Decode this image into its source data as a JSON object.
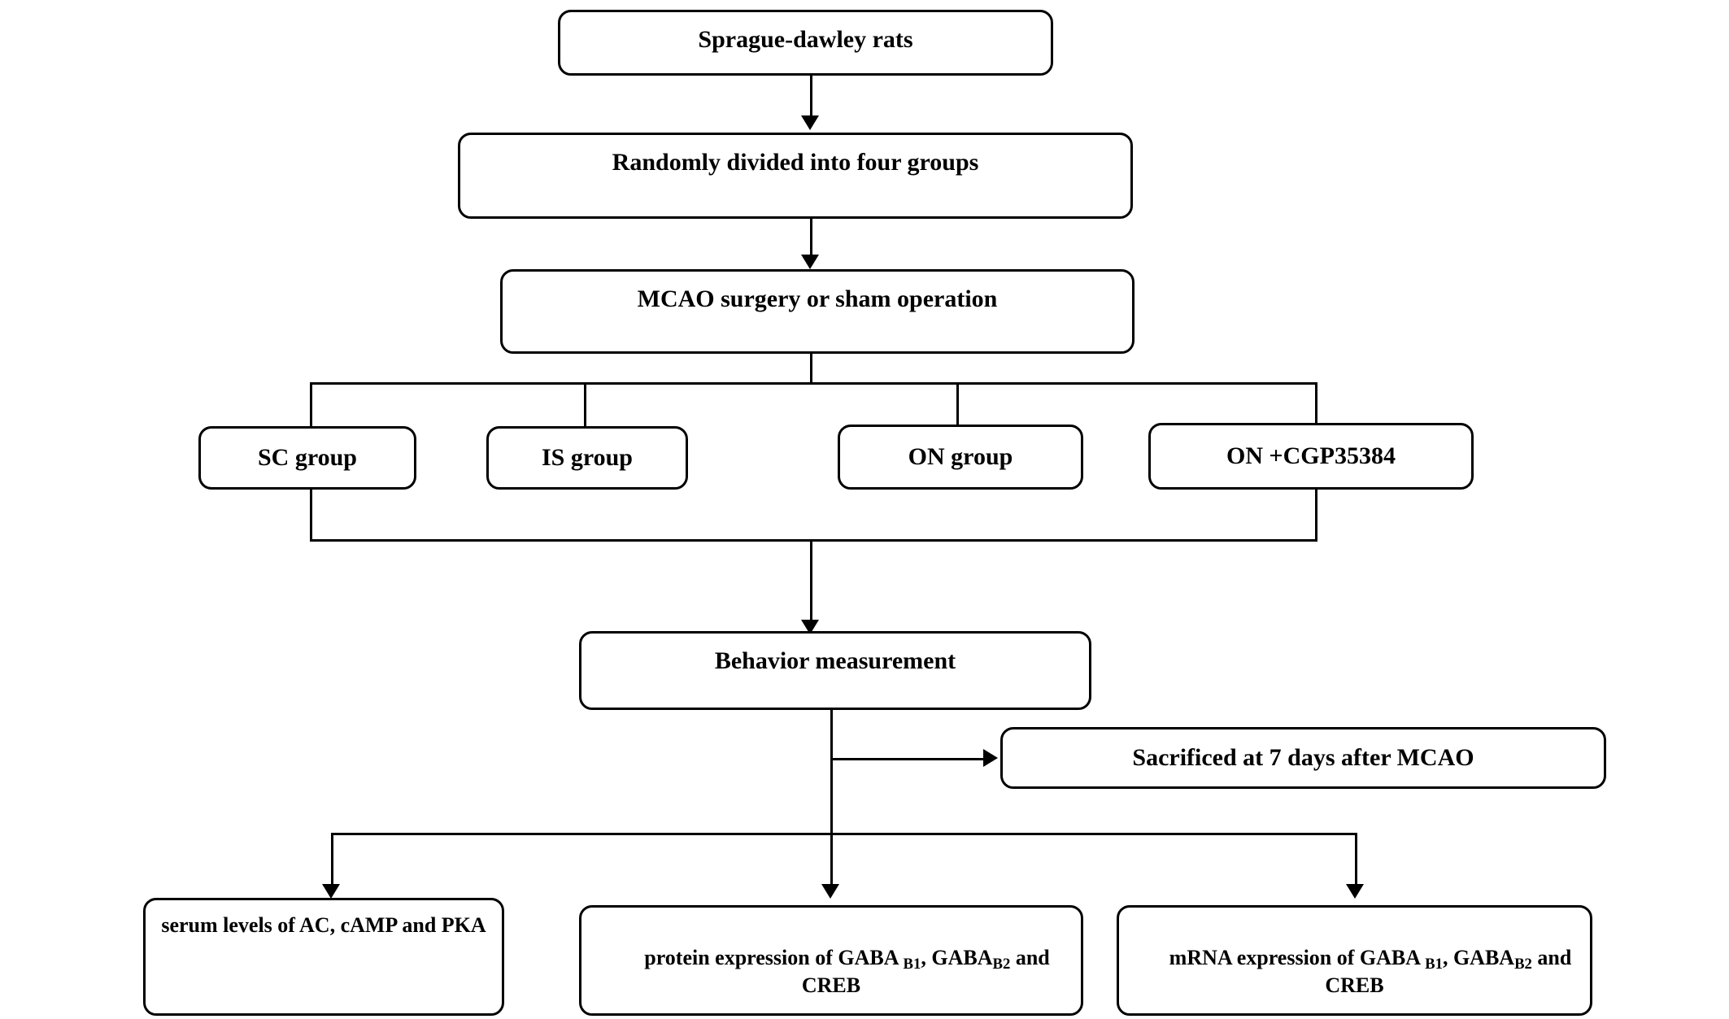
{
  "diagram": {
    "title": "Experimental design flowchart",
    "colors": {
      "line": "#000000",
      "box_fill": "#ffffff",
      "text": "#000000"
    },
    "nodes": {
      "rats": {
        "label": "Sprague-dawley rats"
      },
      "randomize": {
        "label": "Randomly divided into four groups"
      },
      "surgery": {
        "label": "MCAO surgery or sham operation"
      },
      "group_sc": {
        "label": "SC group"
      },
      "group_is": {
        "label": "IS group"
      },
      "group_on": {
        "label": "ON group"
      },
      "group_on_cgp": {
        "label": "ON +CGP35384"
      },
      "behavior": {
        "label": "Behavior measurement"
      },
      "sacrificed": {
        "label": "Sacrificed at 7 days after MCAO"
      },
      "serum": {
        "label": "serum levels of AC, cAMP and PKA"
      },
      "protein": {
        "prefix": "protein expression of GABA ",
        "sub1": "B1",
        "mid": ", GABA",
        "sub2": "B2",
        "suffix": " and CREB"
      },
      "mrna": {
        "prefix": "mRNA expression of GABA ",
        "sub1": "B1",
        "mid": ", GABA",
        "sub2": "B2",
        "suffix": " and CREB"
      }
    }
  }
}
